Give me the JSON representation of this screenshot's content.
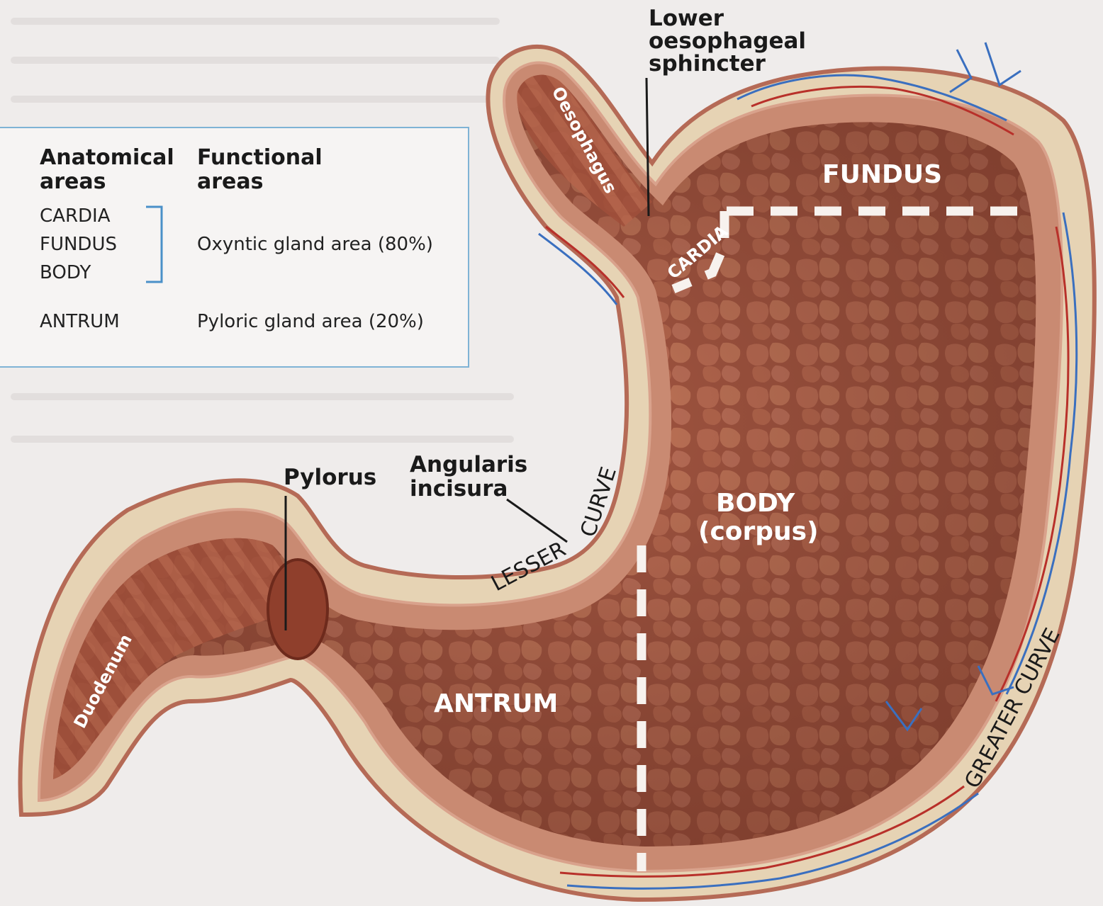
{
  "key": {
    "col1_header_line1": "Anatomical",
    "col1_header_line2": "areas",
    "col2_header_line1": "Functional",
    "col2_header_line2": "areas",
    "anatomical": [
      "CARDIA",
      "FUNDUS",
      "BODY",
      "ANTRUM"
    ],
    "oxyntic": "Oxyntic gland area (80%)",
    "pyloric": "Pyloric gland area (20%)",
    "border_color": "#7fb3d5"
  },
  "labels": {
    "lower_oes_1": "Lower",
    "lower_oes_2": "oesophageal",
    "lower_oes_3": "sphincter",
    "oesophagus": "Oesophagus",
    "fundus": "FUNDUS",
    "cardia": "CARDIA",
    "body_1": "BODY",
    "body_2": "(corpus)",
    "antrum": "ANTRUM",
    "pylorus": "Pylorus",
    "angularis_1": "Angularis",
    "angularis_2": "incisura",
    "lesser": "LESSER",
    "curve": "CURVE",
    "greater_curve": "GREATER CURVE",
    "duodenum": "Duodenum"
  },
  "colors": {
    "mucosa": "#a85640",
    "mucosa_dark": "#7a3424",
    "serosa": "#ead7b9",
    "wall": "#c9886f",
    "vein": "#3a6fbf",
    "artery": "#b8302a",
    "dashed_line": "#f7f2ee"
  }
}
